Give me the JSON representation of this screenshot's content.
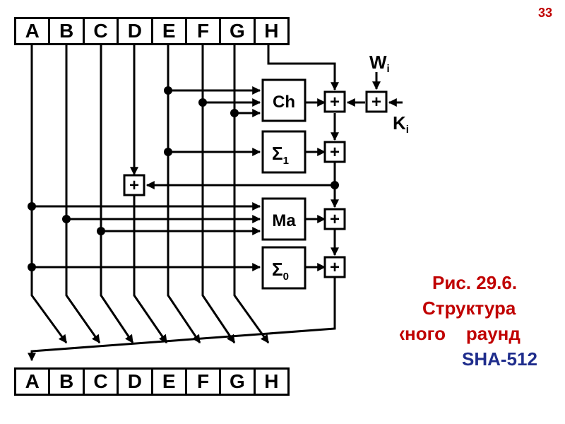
{
  "page_number": "33",
  "registers_top": [
    "A",
    "B",
    "C",
    "D",
    "E",
    "F",
    "G",
    "H"
  ],
  "registers_bottom": [
    "A",
    "B",
    "C",
    "D",
    "E",
    "F",
    "G",
    "H"
  ],
  "functions": {
    "ch": "Ch",
    "sigma1": {
      "symbol": "Σ",
      "sub": "1"
    },
    "ma": "Ma",
    "sigma0": {
      "symbol": "Σ",
      "sub": "0"
    }
  },
  "inputs": {
    "w": {
      "letter": "W",
      "sub": "i"
    },
    "k": {
      "letter": "K",
      "sub": "i"
    }
  },
  "adder_symbol": "+",
  "caption": {
    "line1": "Рис. 29.6.",
    "line2": "Структура",
    "line3": "кного    раунд",
    "line4": "SHA-512"
  }
}
